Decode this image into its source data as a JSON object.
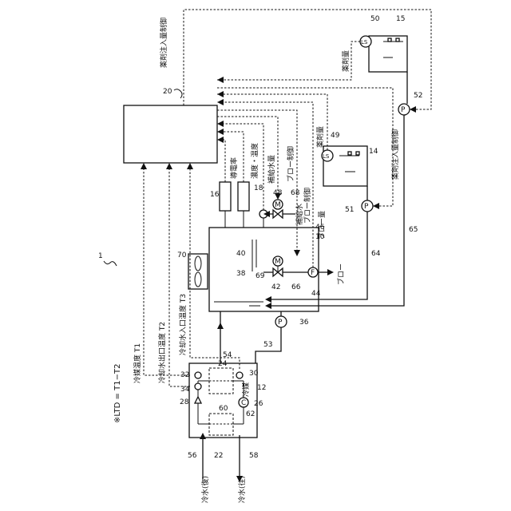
{
  "title": "※LTD = T1−T2",
  "figure_ref": "1",
  "nodes": {
    "controller": "20",
    "cooling_tower": "10",
    "chiller": "12",
    "tank_14": "14",
    "tank_15": "15",
    "sensor_16": "16",
    "sensor_18": "18",
    "evaporator": "22",
    "condenser": "24",
    "compressor_node": "26",
    "node_28": "28",
    "node_30": "30",
    "node_32": "32",
    "node_34": "34",
    "node_36": "36",
    "node_38": "38",
    "node_40": "40",
    "node_42": "42",
    "node_44": "44",
    "node_46": "46",
    "node_48": "48",
    "node_49": "49",
    "node_50": "50",
    "node_51": "51",
    "node_52": "52",
    "pipe_53": "53",
    "pipe_54": "54",
    "pipe_56": "56",
    "pipe_58": "58",
    "node_60": "60",
    "node_62": "62",
    "pipe_64": "64",
    "pipe_65": "65",
    "line_66": "66",
    "valve_68": "68",
    "water_69": "69",
    "fan_70": "70"
  },
  "symbols": {
    "pump": "P",
    "motor": "M",
    "level_sensor": "LS",
    "flow_sensor": "F",
    "compressor": "C"
  },
  "labels": {
    "refrigerant": "冷媒",
    "refrigerant_temp": "冷媒温度 T1",
    "cw_out_temp": "冷却水出口温度 T2",
    "cw_in_temp": "冷却水入口温度 T3",
    "cold_water_return": "冷水(復)",
    "cold_water_supply": "冷水(往)",
    "conductivity": "導電率",
    "conc_temp": "濃度・温度",
    "makeup_flow": "補給水量",
    "blow_control": "ブロー制御",
    "makeup_water": "補給水",
    "blow_flow": "ブロー量",
    "blow": "ブロー",
    "chem_amount_a": "薬剤量",
    "chem_control_a": "薬剤注入量制御",
    "chem_amount_b": "薬剤量",
    "chem_control_b": "薬剤注入量制御"
  }
}
